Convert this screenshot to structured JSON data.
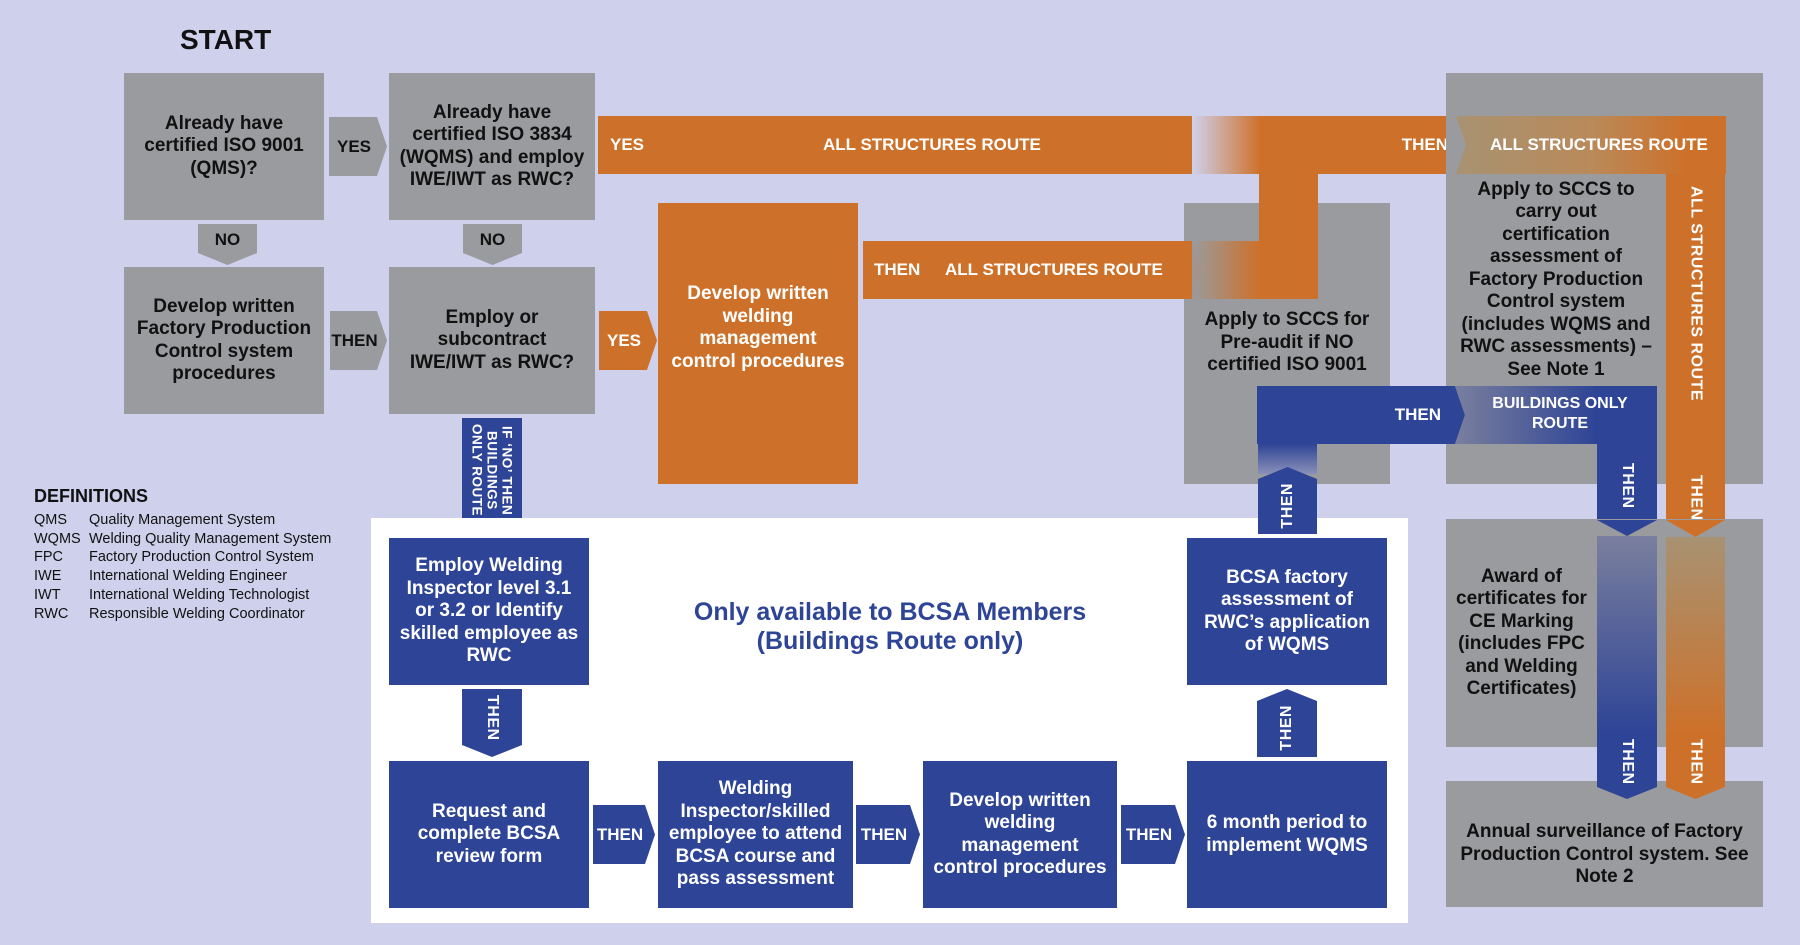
{
  "start_label": "START",
  "colors": {
    "background": "#cfd1ec",
    "grey_box": "#9a9b9e",
    "all_structures_orange": "#cd712a",
    "buildings_blue": "#2e4496",
    "panel_white": "#ffffff"
  },
  "definitions": {
    "title": "DEFINITIONS",
    "items": [
      {
        "abbr": "QMS",
        "meaning": "Quality Management System"
      },
      {
        "abbr": "WQMS",
        "meaning": "Welding Quality Management  System"
      },
      {
        "abbr": "FPC",
        "meaning": "Factory Production Control System"
      },
      {
        "abbr": "IWE",
        "meaning": "International Welding Engineer"
      },
      {
        "abbr": "IWT",
        "meaning": "International Welding Technologist"
      },
      {
        "abbr": "RWC",
        "meaning": "Responsible Welding Coordinator"
      }
    ]
  },
  "nodes": {
    "iso9001_question": "Already have certified ISO 9001 (QMS)?",
    "iso3834_question": "Already have certified ISO 3834 (WQMS) and employ IWE/IWT as RWC?",
    "develop_fpc": "Develop written Factory Production Control system procedures",
    "employ_iwe_question": "Employ or subcontract IWE/IWT as RWC?",
    "develop_welding_orange": "Develop written welding management control procedures",
    "pre_audit": "Apply to SCCS for Pre-audit if NO certified ISO 9001",
    "certification_assessment": "Apply to SCCS to carry out certification assessment of Factory Production Control system (includes WQMS and RWC assessments) – See Note 1",
    "award_certificates": "Award of certificates for CE Marking (includes FPC and Welding Certificates)",
    "annual_surveillance": "Annual surveillance of  Factory Production Control system. See Note 2",
    "employ_inspector": "Employ Welding Inspector level 3.1 or 3.2 or Identify skilled employee as RWC",
    "request_review": "Request and complete BCSA review form",
    "attend_course": "Welding Inspector/skilled employee to attend BCSA course and pass assessment",
    "develop_welding_blue": "Develop written welding management control procedures",
    "six_month": "6 month period to implement WQMS",
    "bcsa_assessment": "BCSA factory assessment of RWC’s application of WQMS"
  },
  "connectors": {
    "yes": "YES",
    "no": "NO",
    "then": "THEN",
    "all_structures_route": "ALL STRUCTURES ROUTE",
    "buildings_only_route": "BUILDINGS ONLY ROUTE",
    "if_no_buildings": "IF ‘NO’ THEN BUILDINGS ONLY ROUTE"
  },
  "members_note": {
    "line1": "Only available to BCSA Members",
    "line2": "(Buildings Route only)"
  }
}
